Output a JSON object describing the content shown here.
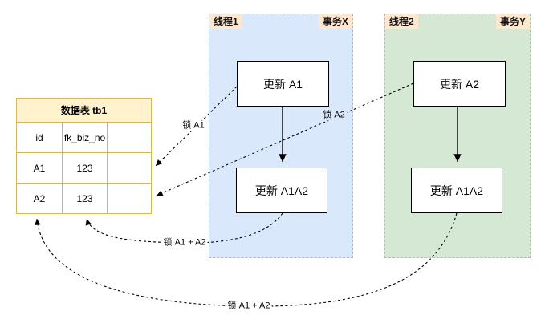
{
  "table": {
    "title": "数据表 tb1",
    "headers": [
      "id",
      "fk_biz_no",
      ""
    ],
    "rows": [
      [
        "A1",
        "123",
        ""
      ],
      [
        "A2",
        "123",
        ""
      ]
    ]
  },
  "containers": [
    {
      "thread": "线程1",
      "transaction": "事务X",
      "nodes": [
        "更新 A1",
        "更新 A1A2"
      ]
    },
    {
      "thread": "线程2",
      "transaction": "事务Y",
      "nodes": [
        "更新 A2",
        "更新 A1A2"
      ]
    }
  ],
  "edges": {
    "lock_a1": "锁 A1",
    "lock_a2": "锁 A2",
    "lock_a1a2_x": "锁 A1 + A2",
    "lock_a1a2_y": "锁 A1 + A2"
  },
  "colors": {
    "thread1_fill": "#dae8fc",
    "thread1_border": "#9ab5d9",
    "thread2_fill": "#d5e8d4",
    "thread2_border": "#a8c2a3",
    "table_border": "#d6b656",
    "table_header_fill": "#fff2cc",
    "corner_label_fill": "#ffe6cc",
    "node_fill": "#ffffff",
    "edge_color": "#000000"
  }
}
